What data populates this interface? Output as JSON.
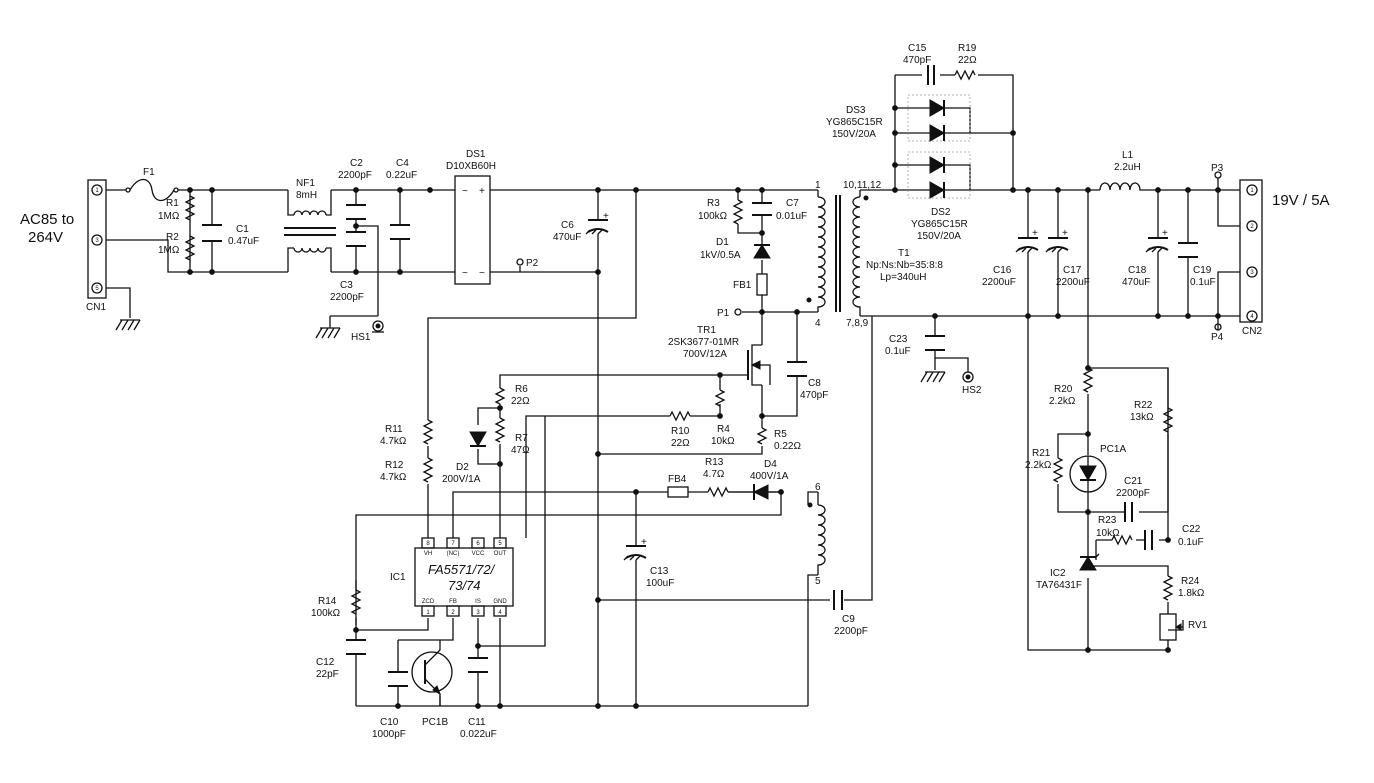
{
  "input": {
    "line1": "AC85 to",
    "line2": "264V"
  },
  "output": {
    "label": "19V / 5A"
  },
  "cn1": {
    "ref": "CN1",
    "pins": [
      "1",
      "3",
      "5"
    ]
  },
  "cn2": {
    "ref": "CN2",
    "pins": [
      "1",
      "2",
      "3",
      "4"
    ]
  },
  "f1": {
    "ref": "F1"
  },
  "r1": {
    "ref": "R1",
    "value": "1MΩ"
  },
  "r2": {
    "ref": "R2",
    "value": "1MΩ"
  },
  "c1": {
    "ref": "C1",
    "value": "0.47uF"
  },
  "nf1": {
    "ref": "NF1",
    "value": "8mH"
  },
  "c2": {
    "ref": "C2",
    "value": "2200pF"
  },
  "c3": {
    "ref": "C3",
    "value": "2200pF"
  },
  "c4": {
    "ref": "C4",
    "value": "0.22uF"
  },
  "hs1": {
    "ref": "HS1"
  },
  "ds1": {
    "ref": "DS1",
    "value": "D10XB60H",
    "plus": "+",
    "minus": "−",
    "ac": "~"
  },
  "p2": {
    "ref": "P2"
  },
  "c6": {
    "ref": "C6",
    "value": "470uF"
  },
  "r3": {
    "ref": "R3",
    "value": "100kΩ"
  },
  "c7": {
    "ref": "C7",
    "value": "0.01uF"
  },
  "d1": {
    "ref": "D1",
    "value": "1kV/0.5A"
  },
  "fb1": {
    "ref": "FB1"
  },
  "p1": {
    "ref": "P1"
  },
  "tr1": {
    "ref": "TR1",
    "part": "2SK3677-01MR",
    "value": "700V/12A"
  },
  "c8": {
    "ref": "C8",
    "value": "470pF"
  },
  "r4": {
    "ref": "R4",
    "value": "10kΩ"
  },
  "r5": {
    "ref": "R5",
    "value": "0.22Ω"
  },
  "r6": {
    "ref": "R6",
    "value": "22Ω"
  },
  "r7": {
    "ref": "R7",
    "value": "47Ω"
  },
  "r10": {
    "ref": "R10",
    "value": "22Ω"
  },
  "d2": {
    "ref": "D2",
    "value": "200V/1A"
  },
  "r11": {
    "ref": "R11",
    "value": "4.7kΩ"
  },
  "r12": {
    "ref": "R12",
    "value": "4.7kΩ"
  },
  "fb4": {
    "ref": "FB4"
  },
  "r13": {
    "ref": "R13",
    "value": "4.7Ω"
  },
  "d4": {
    "ref": "D4",
    "value": "400V/1A"
  },
  "ic1": {
    "ref": "IC1",
    "part": "FA5571/72/",
    "part2": "73/74",
    "top_pins": [
      {
        "n": "8",
        "name": "VH"
      },
      {
        "n": "7",
        "name": "(NC)"
      },
      {
        "n": "6",
        "name": "VCC"
      },
      {
        "n": "5",
        "name": "OUT"
      }
    ],
    "bot_pins": [
      {
        "n": "1",
        "name": "ZCD"
      },
      {
        "n": "2",
        "name": "FB"
      },
      {
        "n": "3",
        "name": "IS"
      },
      {
        "n": "4",
        "name": "GND"
      }
    ]
  },
  "c13": {
    "ref": "C13",
    "value": "100uF"
  },
  "r14": {
    "ref": "R14",
    "value": "100kΩ"
  },
  "c12": {
    "ref": "C12",
    "value": "22pF"
  },
  "c10": {
    "ref": "C10",
    "value": "1000pF"
  },
  "pc1b": {
    "ref": "PC1B"
  },
  "c11": {
    "ref": "C11",
    "value": "0.022uF"
  },
  "c9": {
    "ref": "C9",
    "value": "2200pF"
  },
  "t1": {
    "ref": "T1",
    "ratio": "Np:Ns:Nb=35:8:8",
    "lp": "Lp=340uH",
    "pin1": "1",
    "pin4": "4",
    "pin5": "5",
    "pin6": "6",
    "pins_top": "10,11,12",
    "pins_bot": "7,8,9"
  },
  "c15": {
    "ref": "C15",
    "value": "470pF"
  },
  "r19": {
    "ref": "R19",
    "value": "22Ω"
  },
  "ds3": {
    "ref": "DS3",
    "part": "YG865C15R",
    "value": "150V/20A"
  },
  "ds2": {
    "ref": "DS2",
    "part": "YG865C15R",
    "value": "150V/20A"
  },
  "l1": {
    "ref": "L1",
    "value": "2.2uH"
  },
  "p3": {
    "ref": "P3"
  },
  "p4": {
    "ref": "P4"
  },
  "c16": {
    "ref": "C16",
    "value": "2200uF"
  },
  "c17": {
    "ref": "C17",
    "value": "2200uF"
  },
  "c18": {
    "ref": "C18",
    "value": "470uF"
  },
  "c19": {
    "ref": "C19",
    "value": "0.1uF"
  },
  "c23": {
    "ref": "C23",
    "value": "0.1uF"
  },
  "hs2": {
    "ref": "HS2"
  },
  "r20": {
    "ref": "R20",
    "value": "2.2kΩ"
  },
  "r21": {
    "ref": "R21",
    "value": "2.2kΩ"
  },
  "pc1a": {
    "ref": "PC1A"
  },
  "r22": {
    "ref": "R22",
    "value": "13kΩ"
  },
  "c21": {
    "ref": "C21",
    "value": "2200pF"
  },
  "r23": {
    "ref": "R23",
    "value": "10kΩ"
  },
  "c22": {
    "ref": "C22",
    "value": "0.1uF"
  },
  "ic2": {
    "ref": "IC2",
    "part": "TA76431F"
  },
  "r24": {
    "ref": "R24",
    "value": "1.8kΩ"
  },
  "rv1": {
    "ref": "RV1"
  }
}
